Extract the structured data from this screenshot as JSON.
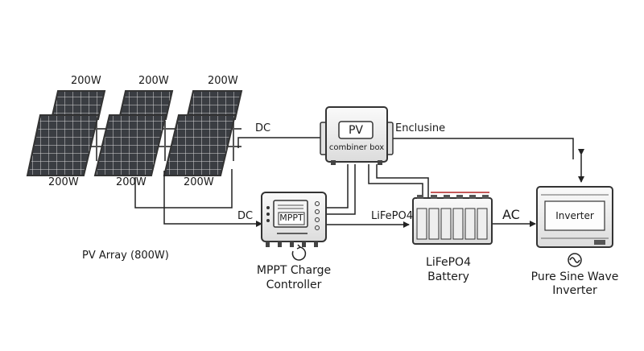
{
  "panels": {
    "top_left_watt": "200W",
    "top_mid_watt": "200W",
    "top_right_watt": "200W",
    "bottom_left_watt": "200W",
    "bottom_mid_watt": "200W",
    "bottom_right_watt": "200W"
  },
  "array_label": "PV Array (800W)",
  "combiner": {
    "title": "PV",
    "subtitle": "combiner box"
  },
  "wires": {
    "dc_top": "DC",
    "dc_bottom": "DC",
    "enclosure": "Enclusine",
    "lifepo4": "LiFePO4",
    "ac": "AC"
  },
  "mppt": {
    "screen": "MPPT",
    "label_line1": "MPPT Charge",
    "label_line2": "Controller"
  },
  "battery": {
    "label_line1": "LiFePO4",
    "label_line2": "Battery"
  },
  "inverter": {
    "title": "Inverter",
    "label_line1": "Pure Sine Wave",
    "label_line2": "Inverter"
  }
}
